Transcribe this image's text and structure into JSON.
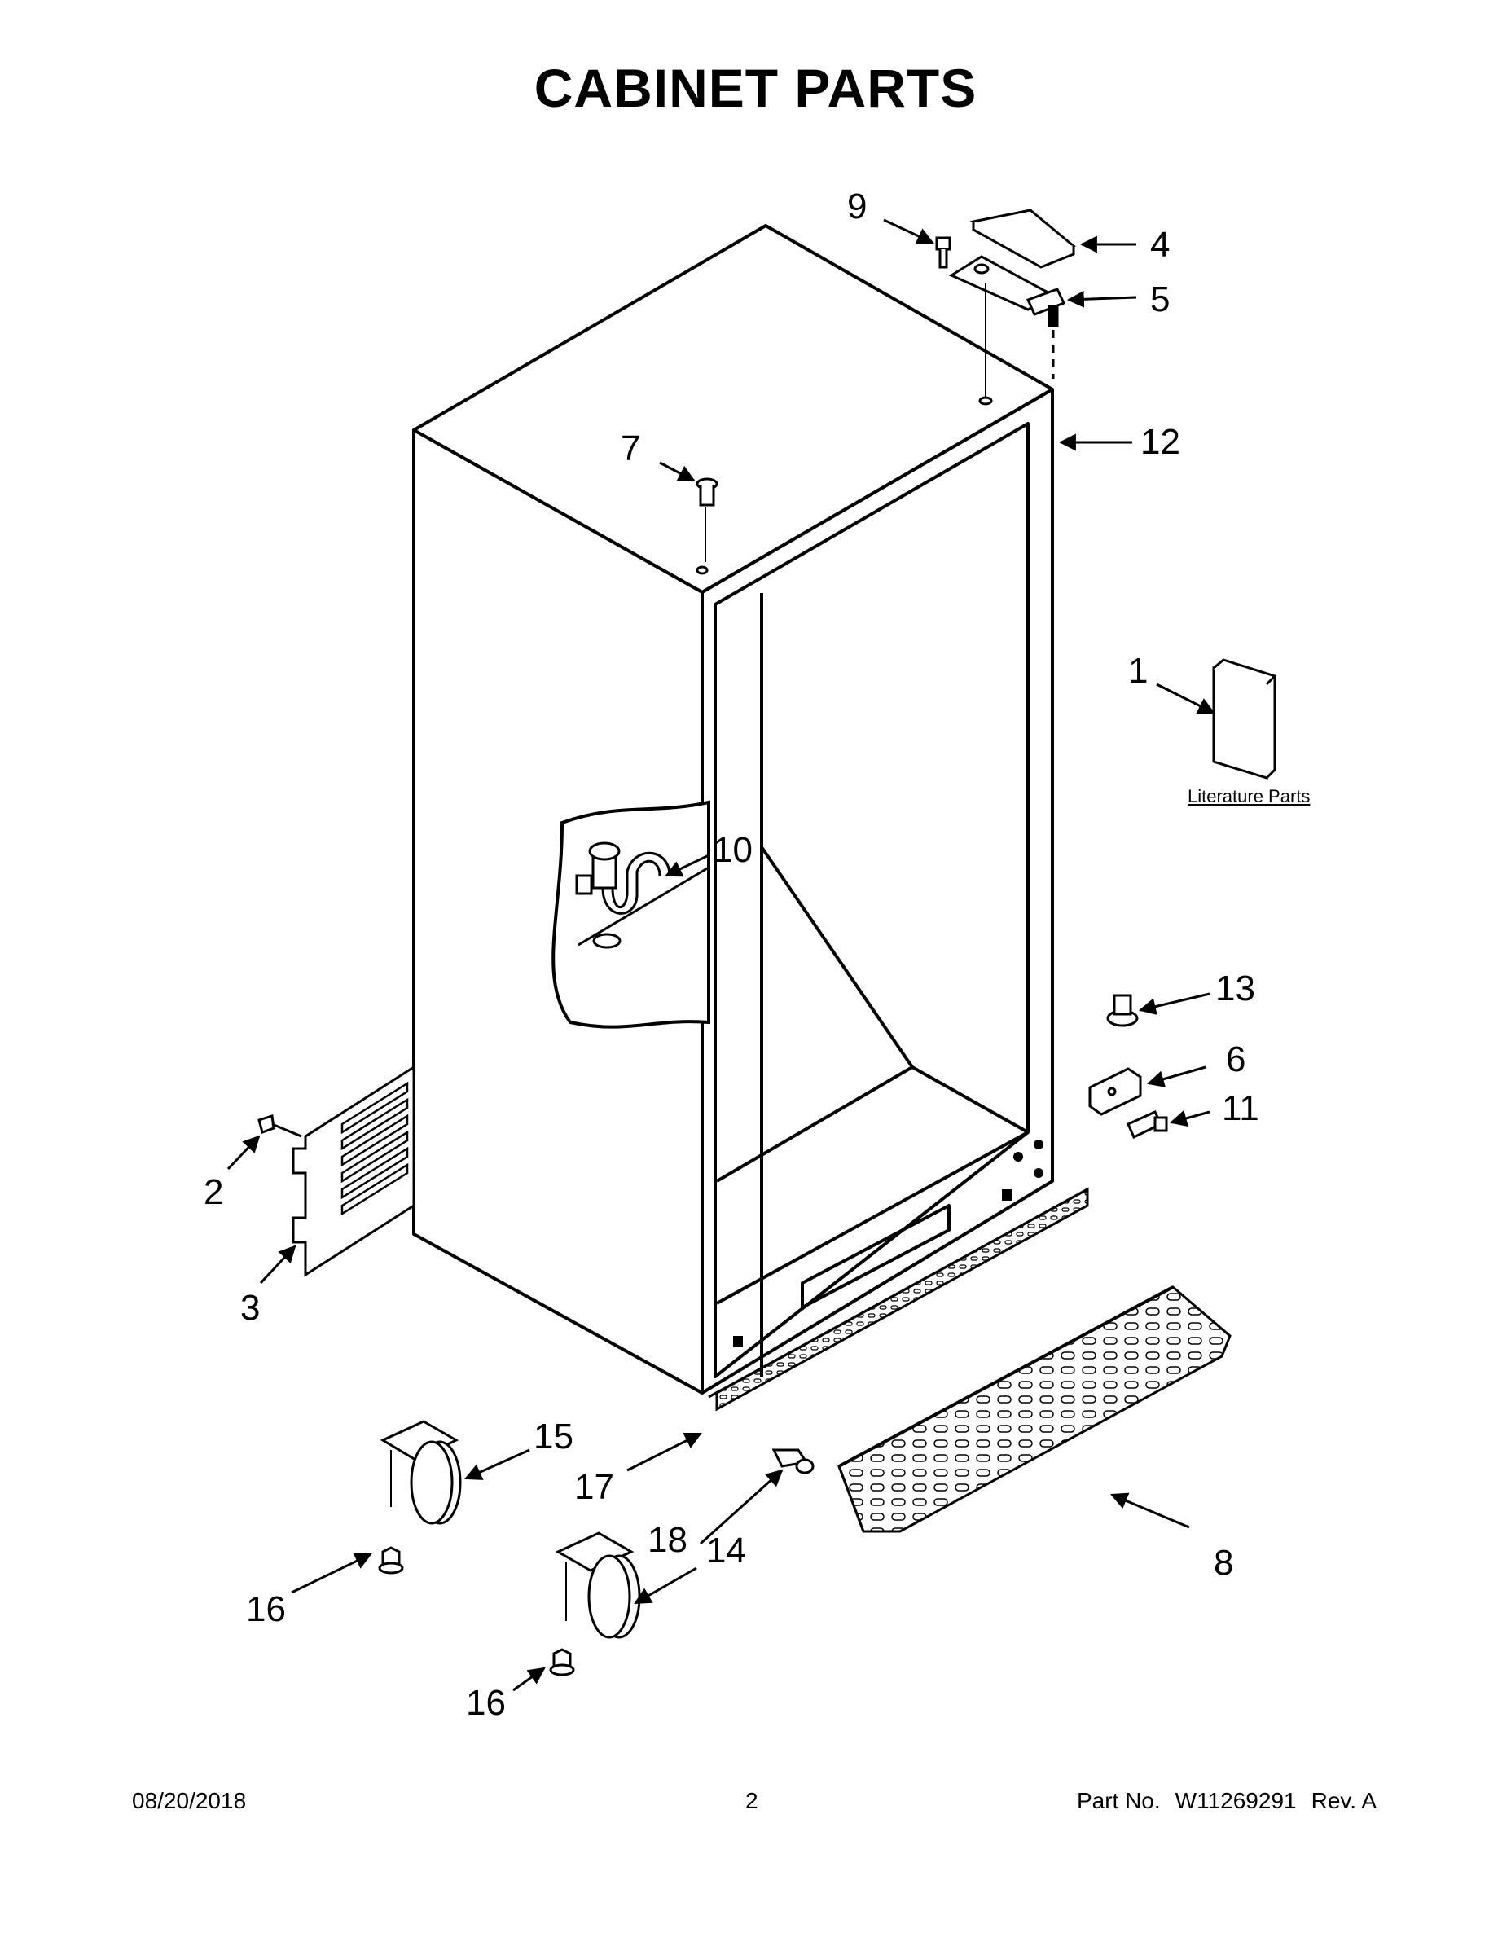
{
  "page_title": "CABINET PARTS",
  "callouts": {
    "c1": "1",
    "c2": "2",
    "c3": "3",
    "c4": "4",
    "c5": "5",
    "c6": "6",
    "c7": "7",
    "c8": "8",
    "c9": "9",
    "c10": "10",
    "c11": "11",
    "c12": "12",
    "c13": "13",
    "c14": "14",
    "c15": "15",
    "c16a": "16",
    "c16b": "16",
    "c17": "17",
    "c18": "18"
  },
  "literature_label": "Literature Parts",
  "footer": {
    "date": "08/20/2018",
    "page": "2",
    "part_label": "Part No.",
    "part_number": "W11269291",
    "revision": "Rev. A"
  }
}
